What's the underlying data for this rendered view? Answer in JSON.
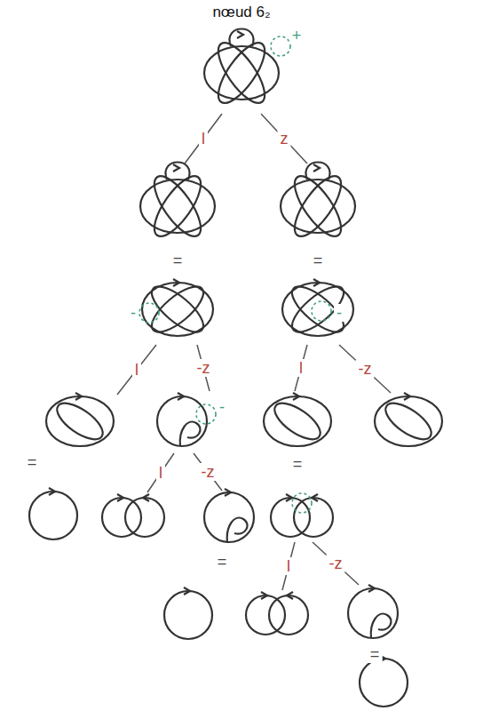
{
  "diagram": {
    "title": "nœud 6₂",
    "labels": [
      "+",
      "l",
      "z",
      "=",
      "=",
      "-",
      "-",
      "l",
      "-z",
      "l",
      "-z",
      "-",
      "=",
      "l",
      "-z",
      "=",
      "=",
      "l",
      "-z",
      "="
    ]
  }
}
